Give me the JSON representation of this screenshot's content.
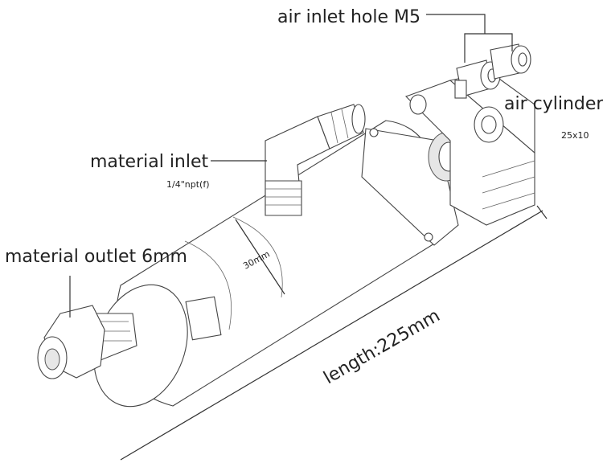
{
  "labels": {
    "air_inlet": "air inlet hole M5",
    "air_cylinder": "air cylinder",
    "air_cylinder_size": "25x10",
    "material_inlet": "material inlet",
    "material_inlet_thread": "1/4\"npt(f)",
    "material_outlet": "material outlet 6mm",
    "diameter": "30mm",
    "length": "length:225mm"
  }
}
